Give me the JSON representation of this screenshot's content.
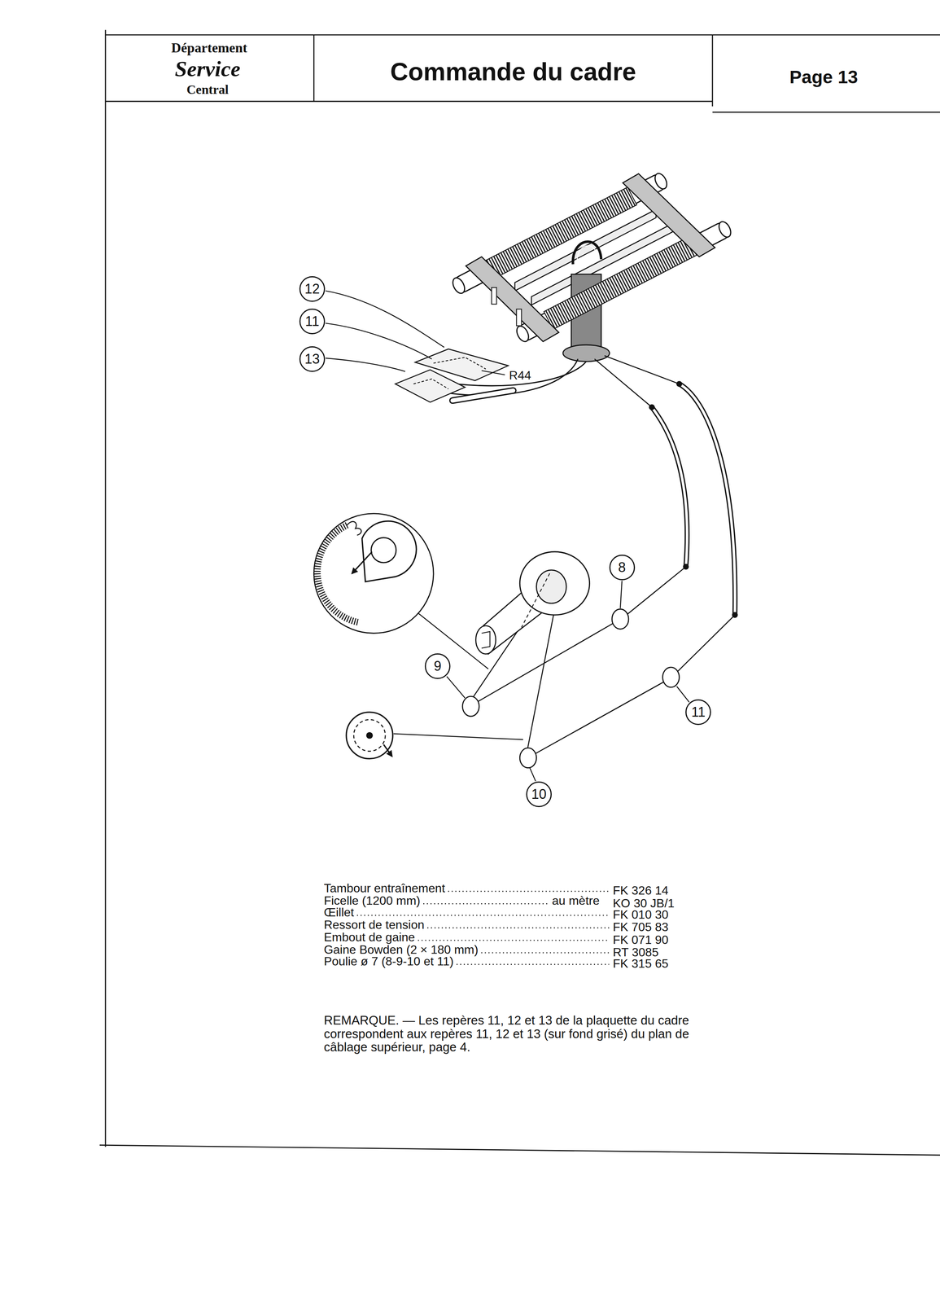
{
  "diagram": {
    "title": "Commande du cadre",
    "nodes": [
      {
        "text": [
          "12"
        ]
      },
      {
        "text": [
          "11"
        ]
      },
      {
        "text": [
          "13"
        ]
      },
      {
        "text": [
          "8"
        ]
      },
      {
        "text": [
          "9"
        ]
      },
      {
        "text": [
          "11"
        ]
      },
      {
        "text": [
          "10"
        ]
      }
    ],
    "labels": [
      "Département",
      "Service",
      "Central",
      "Page 13",
      "R44",
      "Tambour entraînement",
      "FK 326 14",
      "Ficelle (1200 mm)",
      "au mètre",
      "KO 30 JB/1",
      "Œillet",
      "FK 010 30",
      "Ressort de tension",
      "FK 705 83",
      "Embout de gaine",
      "FK 071 90",
      "Gaine Bowden (2 × 180 mm)",
      "RT 3085",
      "Poulie ø 7 (8-9-10 et 11)",
      "FK 315 65",
      "REMARQUE. — Les repères 11, 12 et 13 de la plaquette du cadre correspondent aux repères 11, 12 et 13 (sur fond grisé) du plan de câblage supérieur, page 4."
    ]
  }
}
